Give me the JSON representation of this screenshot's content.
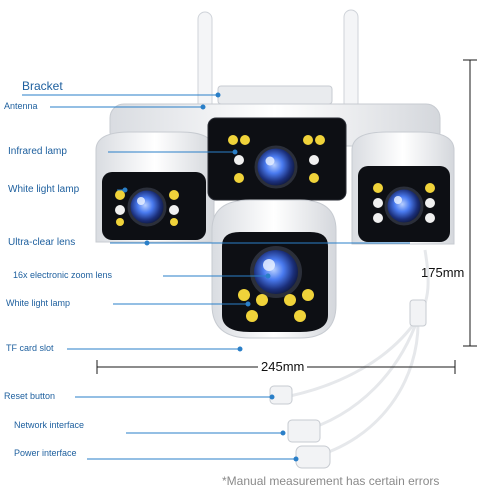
{
  "labels": {
    "bracket": "Bracket",
    "antenna": "Antenna",
    "infrared_lamp": "Infrared lamp",
    "white_light_lamp_1": "White light lamp",
    "ultra_clear_lens": "Ultra-clear lens",
    "zoom_lens": "16x electronic zoom lens",
    "white_light_lamp_2": "White light lamp",
    "tf_card_slot": "TF card slot",
    "reset_button": "Reset button",
    "network_interface": "Network interface",
    "power_interface": "Power interface"
  },
  "dimensions": {
    "height": "175mm",
    "width": "245mm"
  },
  "note": "*Manual measurement has certain errors",
  "colors": {
    "label": "#1d5f9e",
    "leader_line": "#2a7fc8",
    "camera_body": "#f2f3f5",
    "lens_blue": "#3b6de0"
  }
}
